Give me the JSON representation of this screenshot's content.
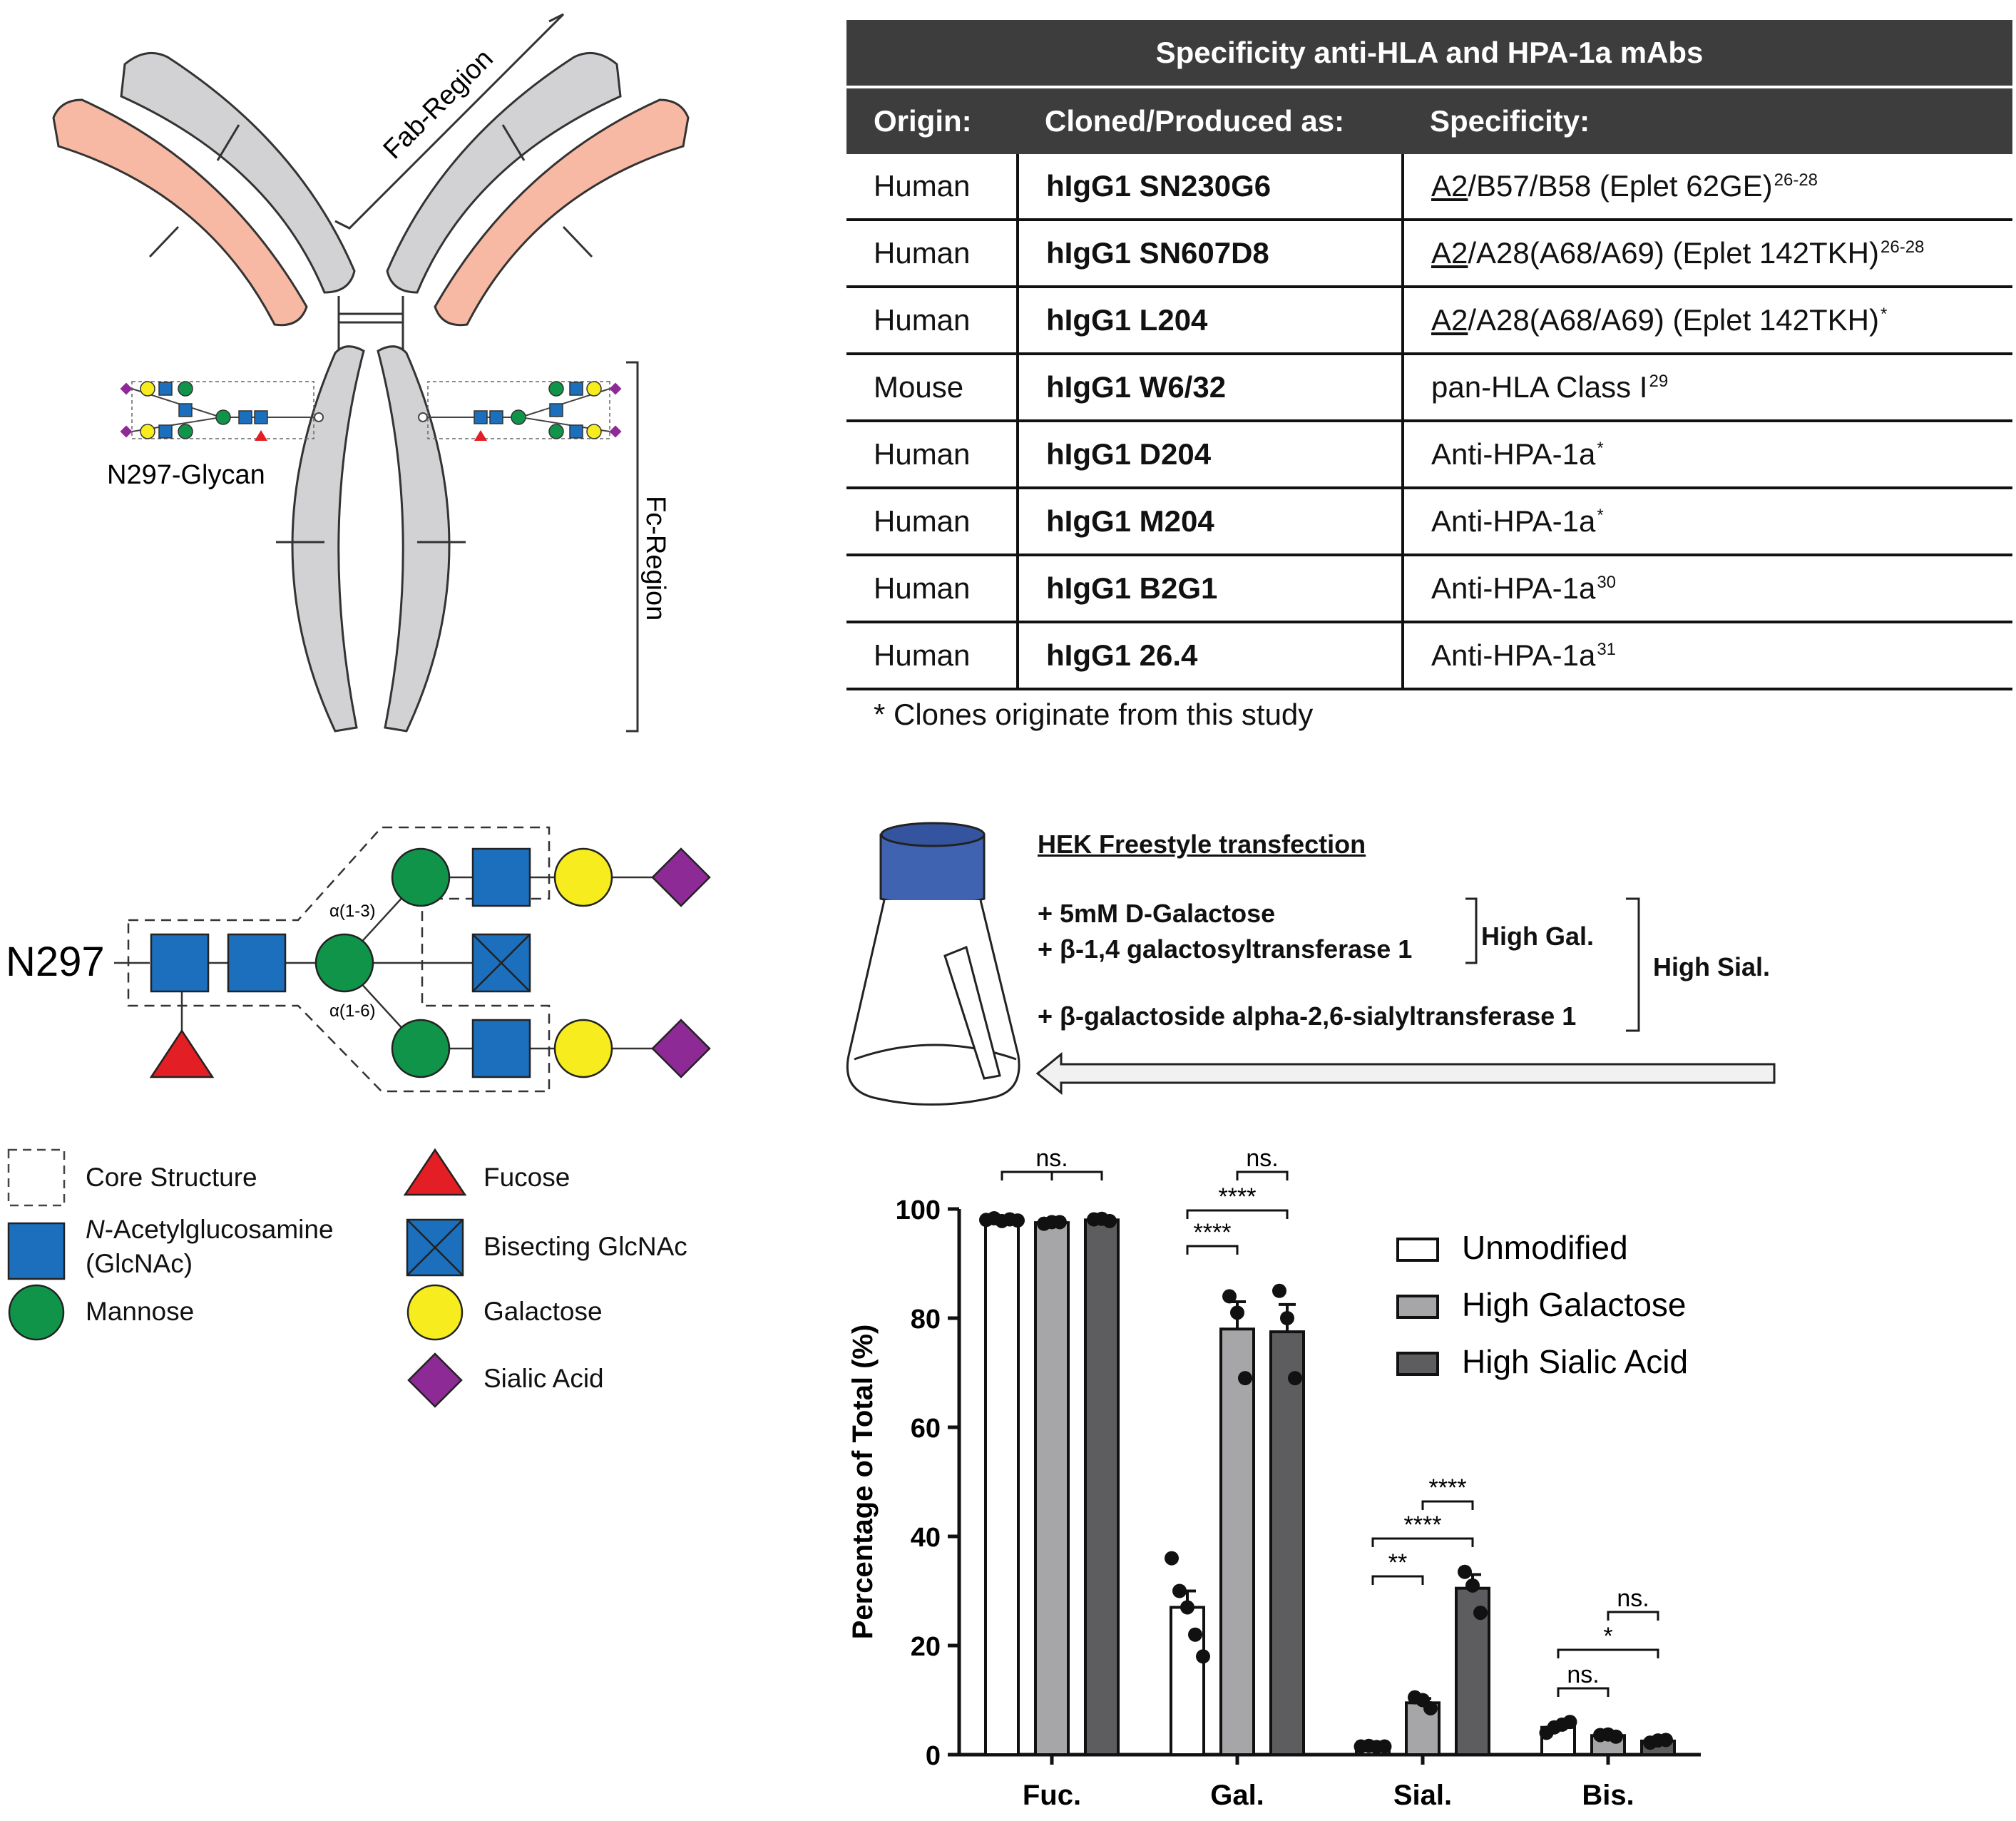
{
  "antibody": {
    "fab_label": "Fab-Region",
    "fc_label": "Fc-Region",
    "glycan_label": "N297-Glycan"
  },
  "table": {
    "title": "Specificity anti-HLA and HPA-1a mAbs",
    "headers": [
      "Origin:",
      "Cloned/Produced as:",
      "Specificity:"
    ],
    "rows": [
      {
        "origin": "Human",
        "clone": "hIgG1 SN230G6",
        "spec_u": "A2",
        "spec": "/B57/B58 (Eplet 62GE)",
        "ref": "26-28"
      },
      {
        "origin": "Human",
        "clone": "hIgG1 SN607D8",
        "spec_u": "A2",
        "spec": "/A28(A68/A69) (Eplet 142TKH)",
        "ref": "26-28"
      },
      {
        "origin": "Human",
        "clone": "hIgG1 L204",
        "spec_u": "A2",
        "spec": "/A28(A68/A69) (Eplet 142TKH)",
        "ref": "*"
      },
      {
        "origin": "Mouse",
        "clone": "hIgG1 W6/32",
        "spec_u": "",
        "spec": "pan-HLA Class I",
        "ref": "29"
      },
      {
        "origin": "Human",
        "clone": "hIgG1 D204",
        "spec_u": "",
        "spec": "Anti-HPA-1a",
        "ref": "*"
      },
      {
        "origin": "Human",
        "clone": "hIgG1 M204",
        "spec_u": "",
        "spec": "Anti-HPA-1a",
        "ref": "*"
      },
      {
        "origin": "Human",
        "clone": "hIgG1 B2G1",
        "spec_u": "",
        "spec": "Anti-HPA-1a",
        "ref": "30"
      },
      {
        "origin": "Human",
        "clone": "hIgG1 26.4",
        "spec_u": "",
        "spec": "Anti-HPA-1a",
        "ref": "31"
      }
    ],
    "footnote": "* Clones originate from this study"
  },
  "glycan": {
    "site_label": "N297",
    "alpha13": "α(1-3)",
    "alpha16": "α(1-6)"
  },
  "legend": {
    "core": "Core Structure",
    "glcnac_line1_italic": "N",
    "glcnac_line1": "-Acetylglucosamine",
    "glcnac_line2": "(GlcNAc)",
    "mannose": "Mannose",
    "fucose": "Fucose",
    "bisecting": "Bisecting GlcNAc",
    "galactose": "Galactose",
    "sialic": "Sialic Acid"
  },
  "protocol": {
    "title": "HEK Freestyle transfection",
    "step1": "+ 5mM D-Galactose",
    "step2": "+ β-1,4 galactosyltransferase 1",
    "step3": "+ β-galactoside alpha-2,6-sialyltransferase 1",
    "group_gal": "High Gal.",
    "group_sial": "High Sial."
  },
  "colors": {
    "glcnac": "#1b6fbd",
    "mannose": "#10944a",
    "galactose": "#f7ec1d",
    "sialic": "#8e2a96",
    "fucose": "#e31e24",
    "fab_salmon": "#f7b9a3",
    "fc_gray": "#d2d2d4",
    "unmodified": "#ffffff",
    "high_galactose": "#a6a6a8",
    "high_sialic": "#5d5d5f",
    "flask_cap": "#3f62b1"
  },
  "chart_data": {
    "type": "bar",
    "categories": [
      "Fuc.",
      "Gal.",
      "Sial.",
      "Bis."
    ],
    "ylabel": "Percentage of Total (%)",
    "ylim": [
      0,
      100
    ],
    "yticks": [
      0,
      20,
      40,
      60,
      80,
      100
    ],
    "legend_position": "top-right",
    "series": [
      {
        "name": "Unmodified",
        "values": [
          98,
          27,
          1.5,
          5
        ],
        "errors": [
          0.5,
          3,
          0.2,
          0.8
        ],
        "points": [
          [
            98,
            98.3,
            97.8,
            98.1,
            97.9
          ],
          [
            36,
            30,
            27,
            22,
            18
          ],
          [
            1.5,
            1.6,
            1.4,
            1.5
          ],
          [
            4,
            5,
            5.5,
            6
          ]
        ]
      },
      {
        "name": "High Galactose",
        "values": [
          97.5,
          78,
          9.5,
          3.5
        ],
        "errors": [
          0.3,
          5,
          0.8,
          0.3
        ],
        "points": [
          [
            97.3,
            97.6,
            97.6
          ],
          [
            84,
            81,
            69
          ],
          [
            10.5,
            10.0,
            8.5
          ],
          [
            3.6,
            3.7,
            3.3
          ]
        ]
      },
      {
        "name": "High Sialic Acid",
        "values": [
          98,
          77.5,
          30.5,
          2.5
        ],
        "errors": [
          0.3,
          5,
          2.5,
          0.3
        ],
        "points": [
          [
            98.1,
            98.2,
            97.8
          ],
          [
            85,
            80,
            69
          ],
          [
            33.5,
            31,
            26
          ],
          [
            2.2,
            2.6,
            2.7
          ]
        ]
      }
    ],
    "significance": [
      {
        "category": "Fuc.",
        "from": 0,
        "to": 2,
        "label": "ns.",
        "level": 1
      },
      {
        "category": "Gal.",
        "from": 0,
        "to": 1,
        "label": "****",
        "level": 0
      },
      {
        "category": "Gal.",
        "from": 0,
        "to": 2,
        "label": "****",
        "level": 1
      },
      {
        "category": "Gal.",
        "from": 1,
        "to": 2,
        "label": "ns.",
        "level": 2
      },
      {
        "category": "Sial.",
        "from": 0,
        "to": 1,
        "label": "**",
        "level": 0
      },
      {
        "category": "Sial.",
        "from": 0,
        "to": 2,
        "label": "****",
        "level": 1
      },
      {
        "category": "Sial.",
        "from": 1,
        "to": 2,
        "label": "****",
        "level": 2
      },
      {
        "category": "Bis.",
        "from": 0,
        "to": 1,
        "label": "ns.",
        "level": 0
      },
      {
        "category": "Bis.",
        "from": 0,
        "to": 2,
        "label": "*",
        "level": 1
      },
      {
        "category": "Bis.",
        "from": 1,
        "to": 2,
        "label": "ns.",
        "level": 2
      }
    ]
  }
}
